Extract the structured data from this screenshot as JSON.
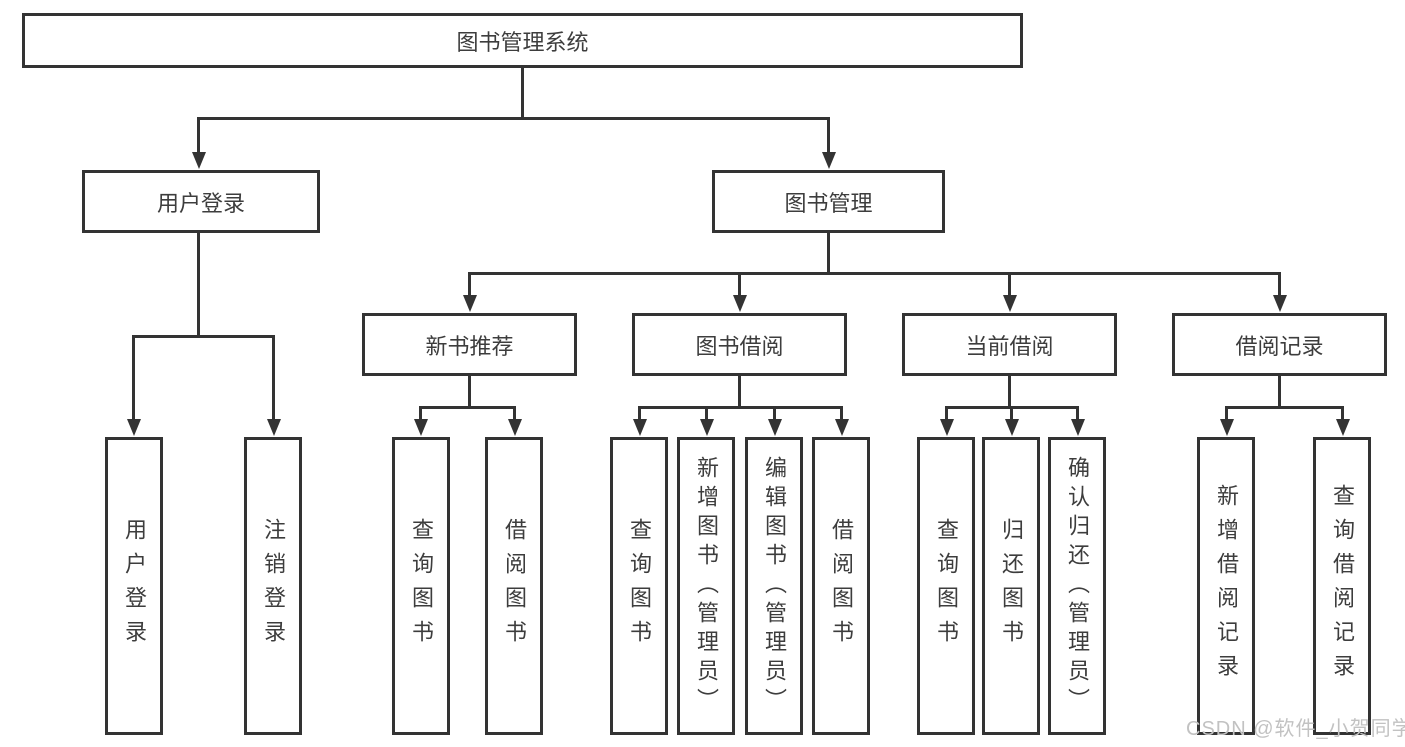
{
  "diagram": {
    "root": {
      "label": "图书管理系统"
    },
    "level2": [
      {
        "label": "用户登录"
      },
      {
        "label": "图书管理"
      }
    ],
    "user_login_children": [
      {
        "label": "用户登录"
      },
      {
        "label": "注销登录"
      }
    ],
    "level3": [
      {
        "label": "新书推荐",
        "children": [
          {
            "label": "查询图书"
          },
          {
            "label": "借阅图书"
          }
        ]
      },
      {
        "label": "图书借阅",
        "children": [
          {
            "label": "查询图书"
          },
          {
            "label": "新增图书（管理员）"
          },
          {
            "label": "编辑图书（管理员）"
          },
          {
            "label": "借阅图书"
          }
        ]
      },
      {
        "label": "当前借阅",
        "children": [
          {
            "label": "查询图书"
          },
          {
            "label": "归还图书"
          },
          {
            "label": "确认归还（管理员）"
          }
        ]
      },
      {
        "label": "借阅记录",
        "children": [
          {
            "label": "新增借阅记录"
          },
          {
            "label": "查询借阅记录"
          }
        ]
      }
    ]
  },
  "watermark": {
    "text": "CSDN @软件_小贺同学"
  },
  "colors": {
    "line": "#333333",
    "text": "#3d3d3d",
    "fill": "#ffffff",
    "watermark": "#c2c2c2",
    "background": "#ffffff"
  }
}
